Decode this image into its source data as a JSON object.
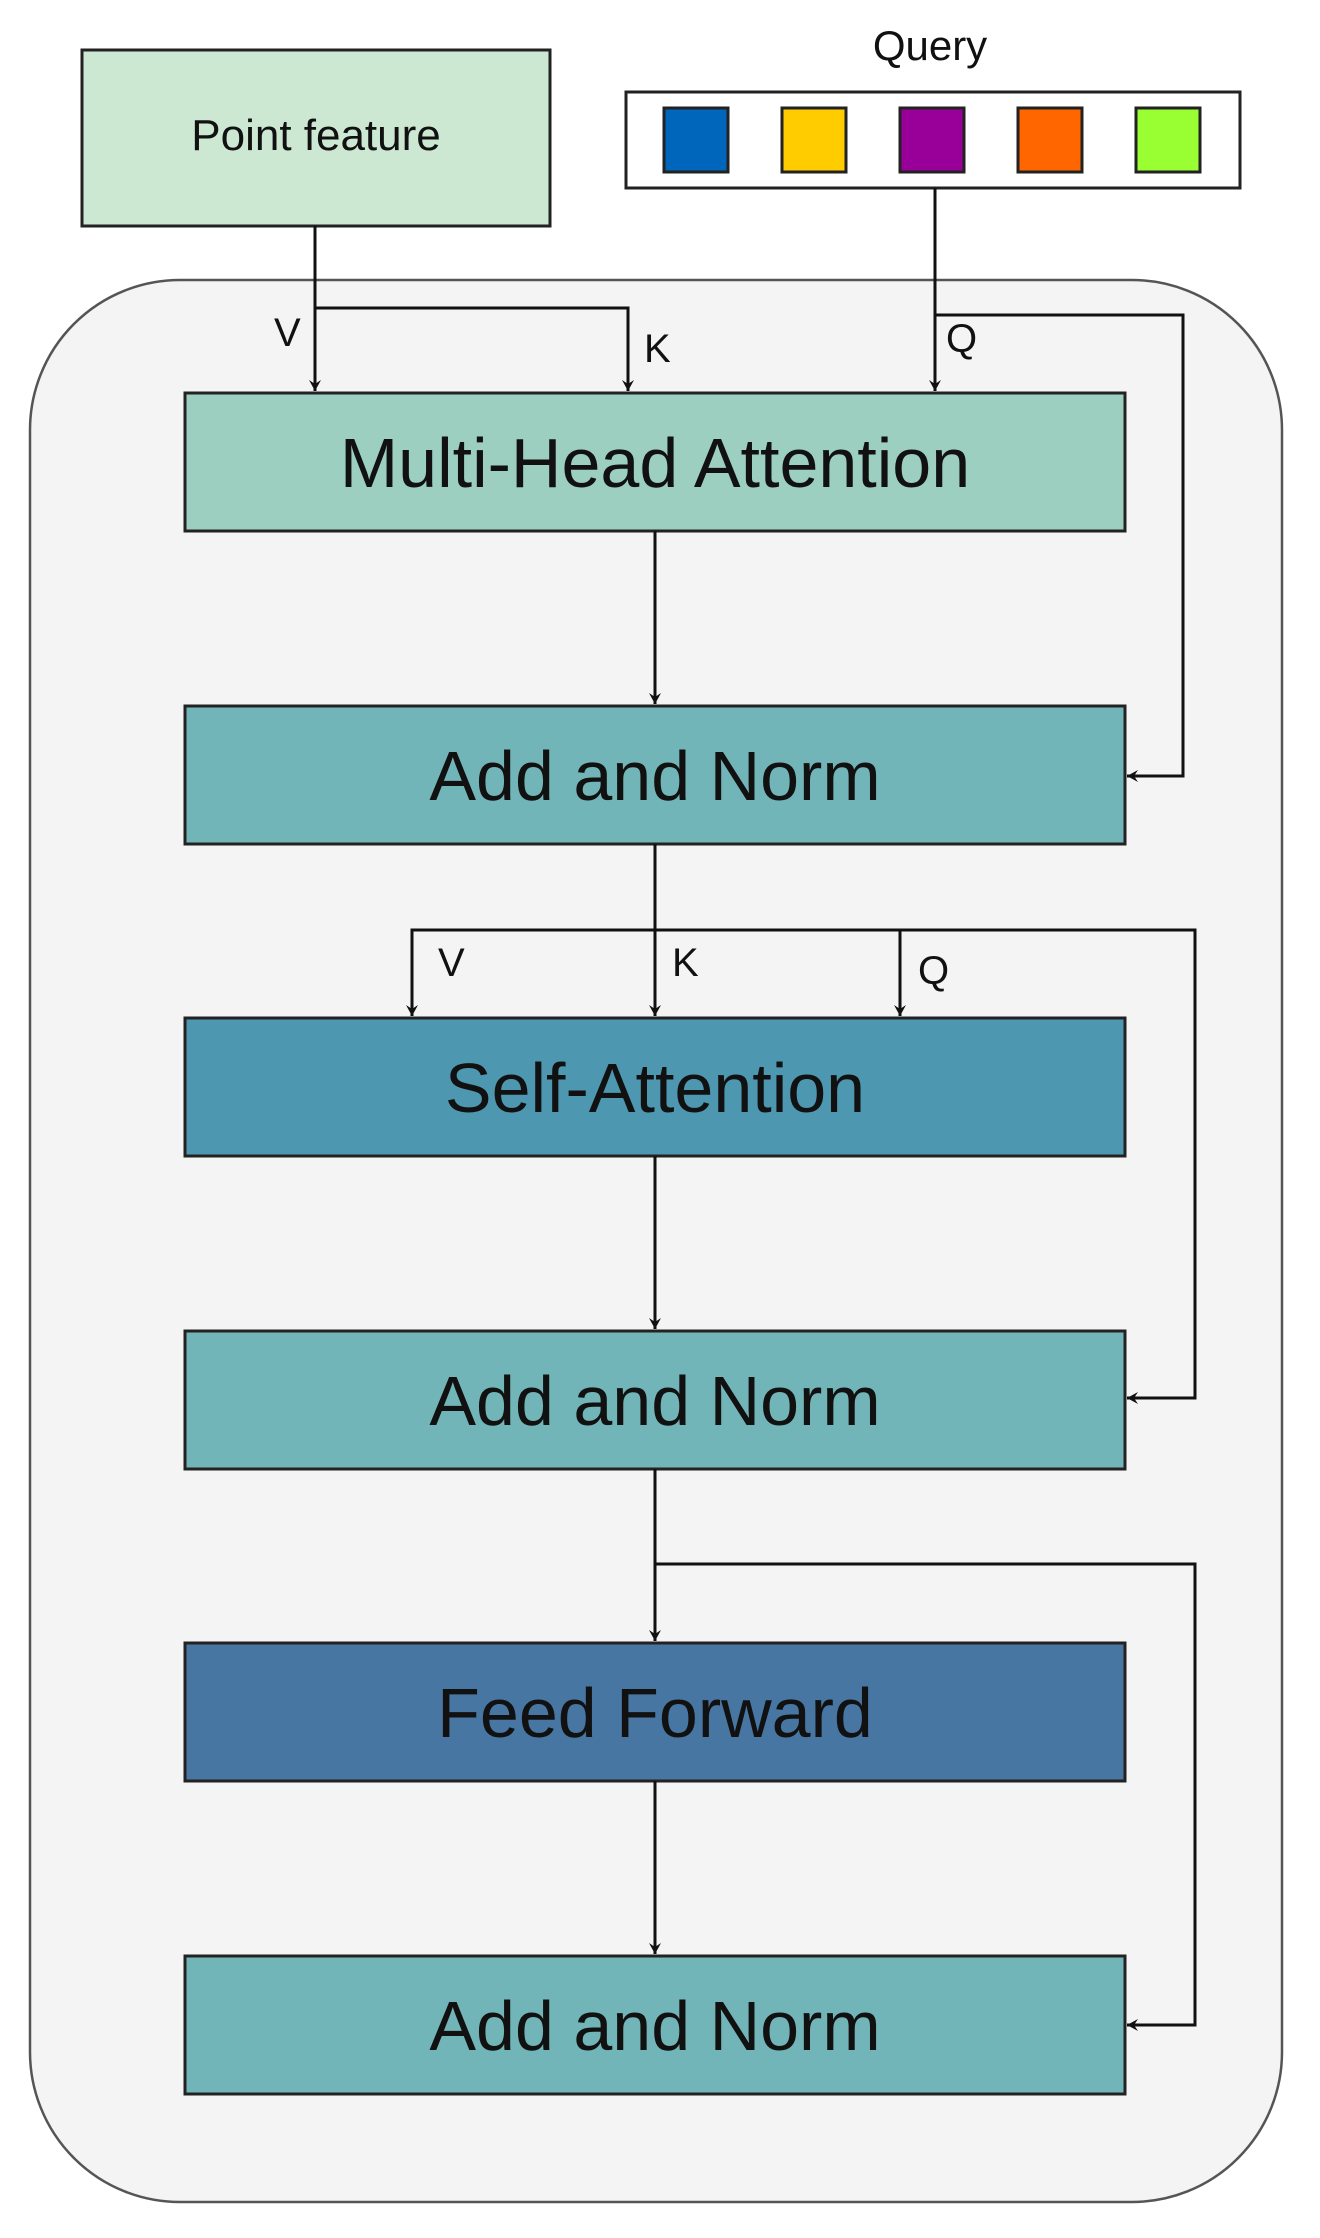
{
  "diagram": {
    "input_box": {
      "label": "Point feature",
      "color": "#cce8d2"
    },
    "query": {
      "label": "Query",
      "tokens": [
        "#0066bb",
        "#ffcc00",
        "#990099",
        "#ff6600",
        "#99ff33"
      ]
    },
    "blocks": {
      "mha": {
        "label": "Multi-Head Attention",
        "color": "#9ccfc0"
      },
      "norm1": {
        "label": "Add and Norm",
        "color": "#72b5b8"
      },
      "self_attn": {
        "label": "Self-Attention",
        "color": "#4e97b0"
      },
      "norm2": {
        "label": "Add and Norm",
        "color": "#72b5b8"
      },
      "ffn": {
        "label": "Feed Forward",
        "color": "#4876a3"
      },
      "norm3": {
        "label": "Add and Norm",
        "color": "#72b5b8"
      }
    },
    "edge_labels": {
      "mha_v": "V",
      "mha_k": "K",
      "mha_q": "Q",
      "sa_v": "V",
      "sa_k": "K",
      "sa_q": "Q"
    },
    "container_color": "#f4f4f4"
  }
}
